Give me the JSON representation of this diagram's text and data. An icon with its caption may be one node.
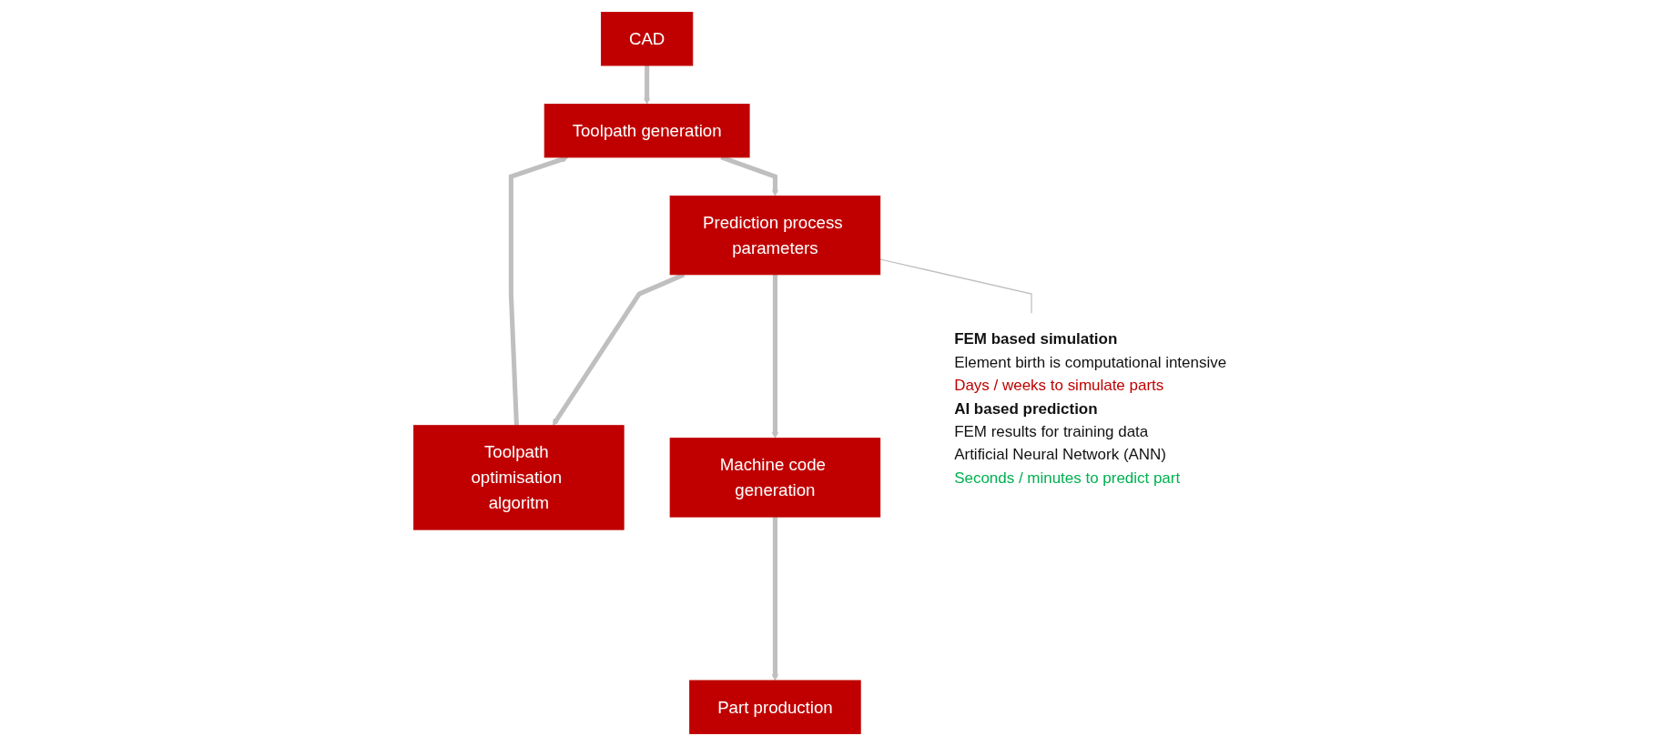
{
  "diagram": {
    "nodes": [
      {
        "text": [
          "CAD"
        ]
      },
      {
        "text": [
          "Toolpath generation"
        ]
      },
      {
        "text": [
          "Toolpath optimisation algoritm"
        ]
      },
      {
        "text": [
          "Prediction process parameters"
        ]
      },
      {
        "text": [
          "Machine code generation"
        ]
      },
      {
        "text": [
          "Part production"
        ]
      },
      {
        "text": [
          "FEM based simulation",
          "Element birth is computational intensive",
          "Days / weeks to simulate parts",
          "AI based prediction",
          "FEM results for training data",
          "Artificial Neural Network (ANN)",
          "Seconds / minutes to predict part"
        ]
      }
    ],
    "edges": [
      {
        "from": 0,
        "to": 1,
        "arrow": "to"
      },
      {
        "from": 1,
        "to": 3,
        "arrow": "to"
      },
      {
        "from": 3,
        "to": 2,
        "arrow": "to"
      },
      {
        "from": 2,
        "to": 1,
        "arrow": "to"
      },
      {
        "from": 3,
        "to": 4,
        "arrow": "to"
      },
      {
        "from": 4,
        "to": 5,
        "arrow": "to"
      },
      {
        "from": 3,
        "to": 6,
        "arrow": "none"
      }
    ]
  }
}
